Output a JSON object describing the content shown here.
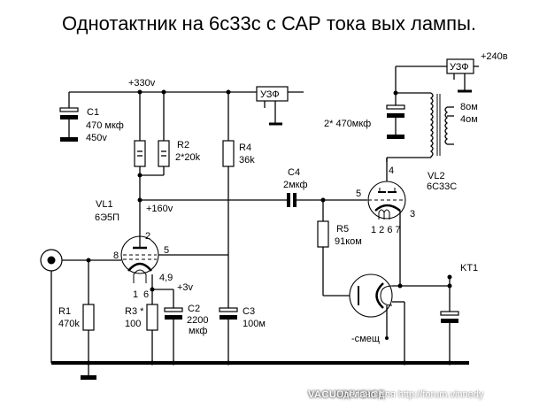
{
  "title": "Однотактник на 6с33с с САР тока вых лампы.",
  "supply": {
    "b_plus": "+330v",
    "mid_node": "+160v",
    "out_supply": "+240в",
    "cathode_bias": "+3v",
    "neg_bias": "-смещ"
  },
  "blocks": {
    "uzf1": "УЗФ",
    "uzf2": "УЗФ"
  },
  "components": {
    "c1": {
      "name": "C1",
      "value": "470 мкф",
      "voltage": "450v"
    },
    "r2": {
      "name": "R2",
      "value": "2*20k"
    },
    "r4": {
      "name": "R4",
      "value": "36k"
    },
    "c4": {
      "name": "C4",
      "value": "2мкф"
    },
    "r5": {
      "name": "R5",
      "value": "91ком"
    },
    "vl1": {
      "name": "VL1",
      "type": "6Э5П",
      "pins": {
        "anode": "2",
        "grid": "8",
        "screen": "5",
        "heater": "4,9",
        "cathode_a": "1",
        "cathode_b": "6"
      }
    },
    "vl2": {
      "name": "VL2",
      "type": "6С33С",
      "pins": {
        "anode": "4",
        "grid": "5",
        "cathode": "3",
        "others": "1 2 6 7"
      }
    },
    "r1": {
      "name": "R1",
      "value": "470k"
    },
    "r3": {
      "name": "R3 *",
      "value": "100"
    },
    "c2": {
      "name": "C2",
      "value": "2200",
      "unit": "мкф"
    },
    "c3": {
      "name": "C3",
      "value": "100м"
    },
    "c_out": {
      "value": "2* 470мкф"
    },
    "transformer": {
      "tap1": "8ом",
      "tap2": "4ом"
    },
    "kt1": {
      "name": "KT1"
    }
  },
  "watermark": {
    "line1": "VACUUMVOICE",
    "line2": "Сделано для http://forum.vinnedy"
  }
}
